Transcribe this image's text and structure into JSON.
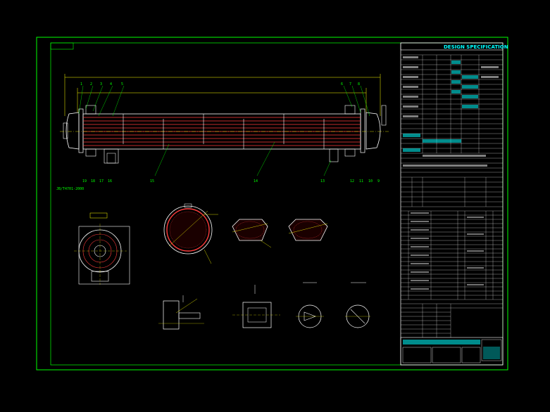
{
  "colors": {
    "background": "#000000",
    "frame": "#00ff00",
    "tubes": "#ff3c3c",
    "outline": "#ffffff",
    "dimension": "#ffff00",
    "accent": "#00ffff",
    "magenta": "#ff00ff"
  },
  "spec_header": "DESIGN SPECIFICATION",
  "balloons_top_left": [
    "1",
    "2",
    "3",
    "4",
    "5"
  ],
  "balloons_top_right": [
    "6",
    "7",
    "8"
  ],
  "balloons_bottom_left": [
    "19",
    "18",
    "17",
    "16",
    "15"
  ],
  "balloons_bottom_right": [
    "14",
    "13",
    "12",
    "11",
    "10",
    "9"
  ],
  "side_label": "JB/T4701-2000"
}
